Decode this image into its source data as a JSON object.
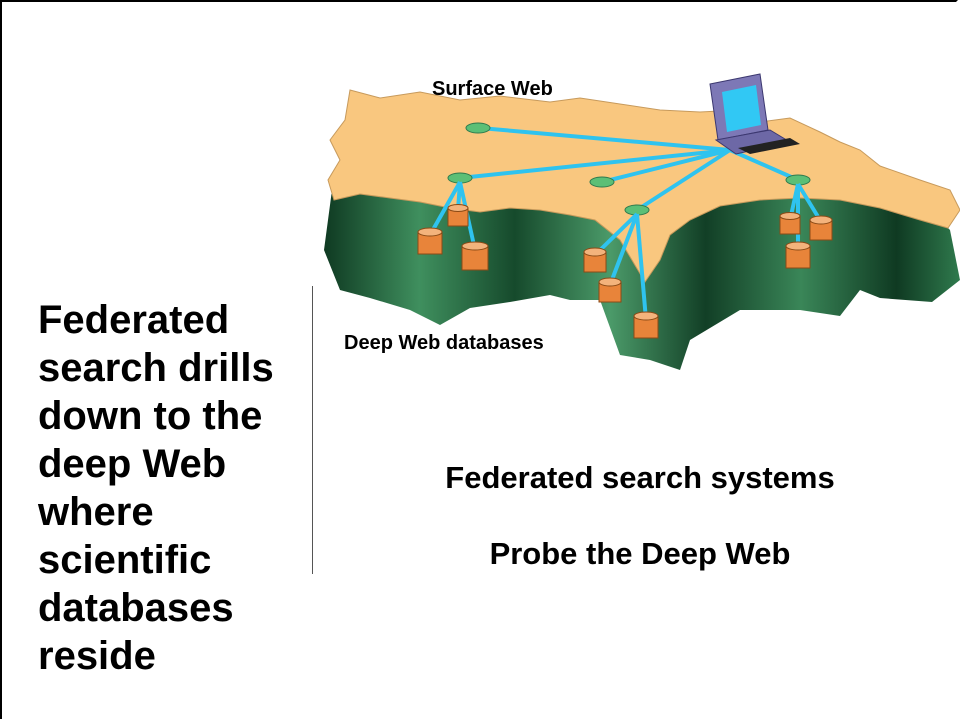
{
  "left_text": "Federated\nsearch drills\ndown to the\ndeep Web\nwhere\nscientific\ndatabases\nreside",
  "diagram": {
    "surface_label": "Surface Web",
    "deep_label": "Deep Web databases",
    "colors": {
      "land": "#f9c77f",
      "cliff_dark": "#0f3a22",
      "cliff_light": "#3f8f5e",
      "link": "#2fc3ef",
      "database": "#e8843a",
      "computer": "#7d78b6",
      "screen": "#31c8f4"
    }
  },
  "caption_1": "Federated search systems",
  "caption_2": "Probe the Deep Web"
}
